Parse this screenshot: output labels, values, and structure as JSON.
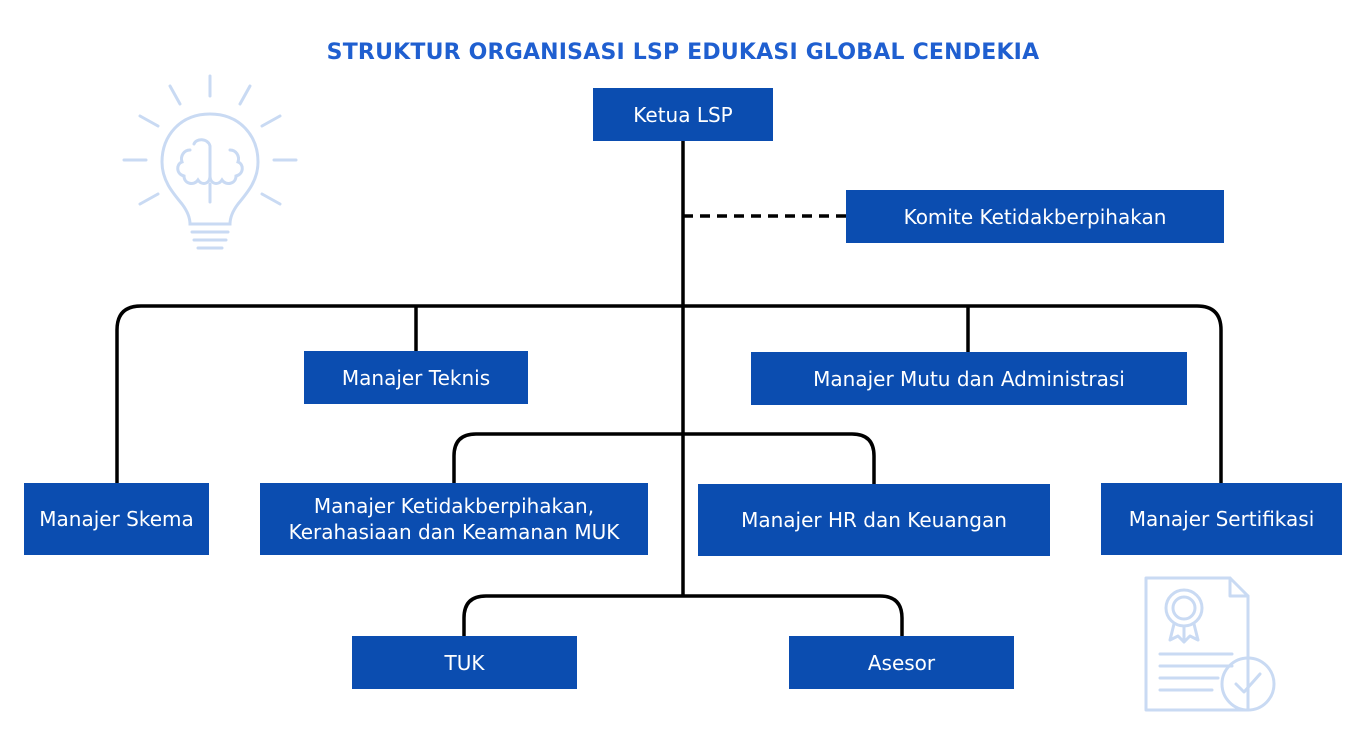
{
  "title": "STRUKTUR ORGANISASI LSP EDUKASI GLOBAL CENDEKIA",
  "colors": {
    "box": "#0b4db0",
    "title": "#1f5fd0",
    "line": "#000000",
    "decoration": "#c9daf3"
  },
  "nodes": {
    "ketua": "Ketua LSP",
    "komite": "Komite Ketidakberpihakan",
    "teknis": "Manajer Teknis",
    "mutu": "Manajer Mutu dan Administrasi",
    "skema": "Manajer Skema",
    "ketidakberpihakan": "Manajer Ketidakberpihakan,\nKerahasiaan dan Keamanan MUK",
    "hr": "Manajer HR dan Keuangan",
    "sertifikasi": "Manajer Sertifikasi",
    "tuk": "TUK",
    "asesor": "Asesor"
  },
  "edges": [
    {
      "from": "ketua",
      "to": "komite",
      "style": "dashed"
    },
    {
      "from": "ketua",
      "to": "skema",
      "style": "solid"
    },
    {
      "from": "ketua",
      "to": "teknis",
      "style": "solid"
    },
    {
      "from": "ketua",
      "to": "mutu",
      "style": "solid"
    },
    {
      "from": "ketua",
      "to": "sertifikasi",
      "style": "solid"
    },
    {
      "from": "ketua",
      "to": "ketidakberpihakan",
      "style": "solid"
    },
    {
      "from": "ketua",
      "to": "hr",
      "style": "solid"
    },
    {
      "from": "ketua",
      "to": "tuk",
      "style": "solid"
    },
    {
      "from": "ketua",
      "to": "asesor",
      "style": "solid"
    }
  ],
  "decorations": [
    "lightbulb-brain-icon",
    "certificate-icon"
  ]
}
